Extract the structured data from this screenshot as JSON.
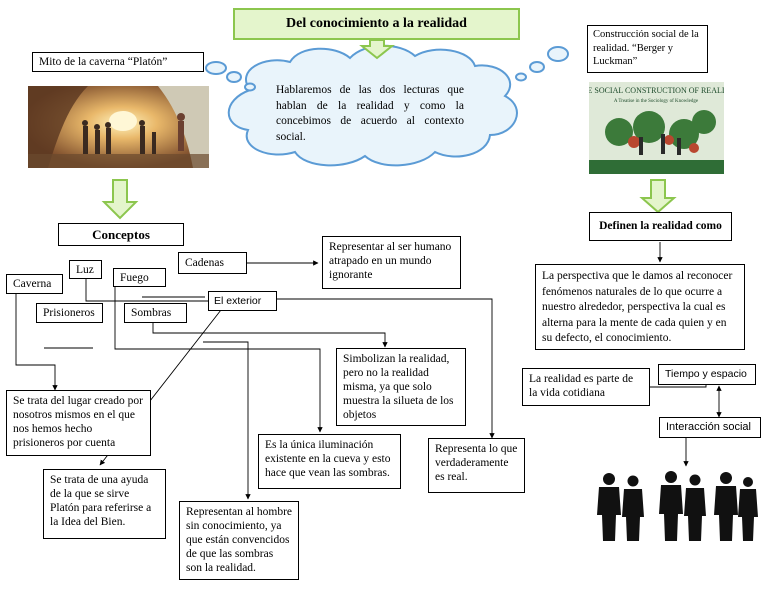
{
  "title": "Del conocimiento a la realidad",
  "cloud_text": "Hablaremos de las dos lecturas que hablan de la realidad y como la concebimos de acuerdo al contexto social.",
  "left_reading": {
    "label": "Mito de la caverna “Platón”",
    "image_icon": "cave-painting-image"
  },
  "right_reading": {
    "label": "Construcción social de la realidad. “Berger y Luckman”",
    "book_title": "THE SOCIAL CONSTRUCTION OF REALITY",
    "book_subtitle": "A Treatise in the Sociology of Knowledge",
    "image_icon": "book-cover-image"
  },
  "concepts_label": "Conceptos",
  "terms": {
    "caverna": "Caverna",
    "luz": "Luz",
    "fuego": "Fuego",
    "cadenas": "Cadenas",
    "prisioneros": "Prisioneros",
    "sombras": "Sombras",
    "exterior": "El exterior"
  },
  "definitions": {
    "cadenas": "Representar al ser humano atrapado en un mundo ignorante",
    "sombras": "Simbolizan la realidad, pero no la realidad misma, ya que solo muestra la silueta de los objetos",
    "caverna": "Se trata del lugar creado por nosotros mismos en el que nos hemos hecho prisioneros por cuenta",
    "fuego": "Es la única iluminación existente en la cueva y esto hace que vean las sombras.",
    "exterior": "Representa lo que verdaderamente es real.",
    "luz": "Se trata de una ayuda de la que se sirve Platón para referirse a la Idea del Bien.",
    "prisioneros": "Representan al hombre sin conocimiento, ya que están convencidos de que las sombras son la realidad."
  },
  "right_branch": {
    "define_label": "Definen la realidad como",
    "definition": "La perspectiva que le damos al reconocer fenómenos naturales de lo que ocurre a nuestro alrededor, perspectiva la cual es alterna para la mente de cada quien  y en su defecto, el conocimiento.",
    "daily_life": "La realidad es parte de la vida cotidiana",
    "time_space": "Tiempo y espacio",
    "social_interaction": "Interacción social",
    "people_icon": "people-silhouettes-image"
  },
  "colors": {
    "accent_green": "#8cc64e",
    "title_fill": "#e4f5cc",
    "cloud_fill": "#e9f4fb",
    "cloud_stroke": "#5b9bd5"
  }
}
